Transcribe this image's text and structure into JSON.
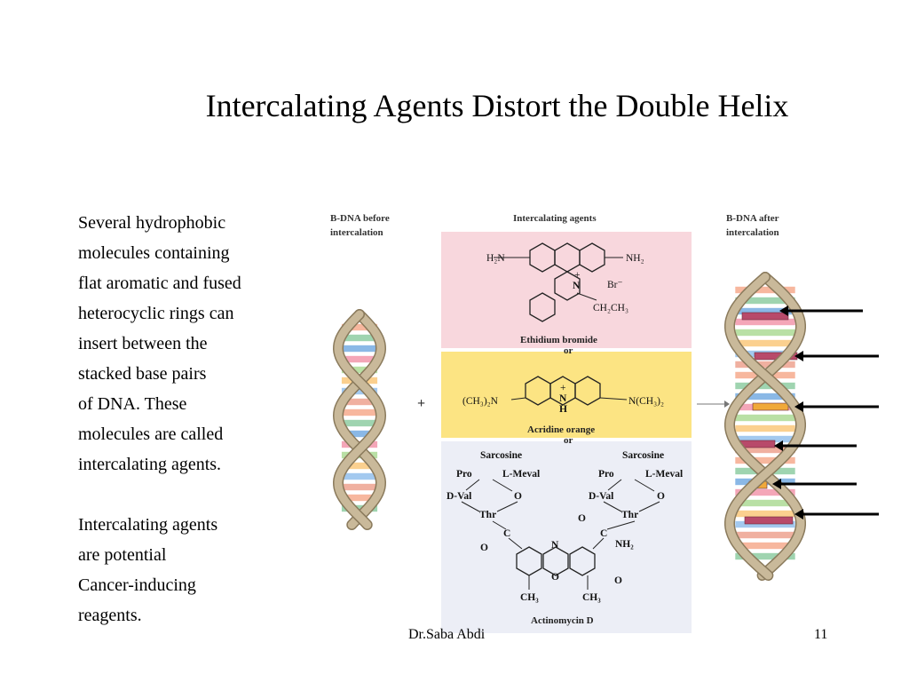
{
  "slide": {
    "title": "Intercalating Agents Distort the Double Helix",
    "body_lines_1": [
      "Several hydrophobic",
      "molecules containing",
      "flat aromatic and fused",
      "heterocyclic rings can",
      "insert between the",
      "stacked base pairs",
      "of DNA. These",
      "molecules are called",
      "intercalating agents."
    ],
    "body_lines_2": [
      "Intercalating agents",
      "are potential",
      "Cancer-inducing",
      "reagents."
    ],
    "author": "Dr.Saba Abdi",
    "page_number": "11"
  },
  "figure": {
    "label_before_1": "B-DNA before",
    "label_before_2": "intercalation",
    "label_center": "Intercalating agents",
    "label_after_1": "B-DNA after",
    "label_after_2": "intercalation",
    "plus": "+",
    "or1": "or",
    "or2": "or",
    "ethidium": {
      "name": "Ethidium bromide",
      "h2n": "H₂N",
      "nh2": "NH₂",
      "n_plus": "N",
      "plus": "+",
      "br": "Br⁻",
      "ethyl": "CH₂CH₃"
    },
    "acridine": {
      "name": "Acridine orange",
      "left": "(CH₃)₂N",
      "right": "N(CH₃)₂",
      "n": "N",
      "h": "H",
      "plus": "+"
    },
    "actinomycin": {
      "name": "Actinomycin D",
      "sarcosine": "Sarcosine",
      "pro": "Pro",
      "meval": "L-Meval",
      "dval": "D-Val",
      "o": "O",
      "thr": "Thr",
      "c": "C",
      "n": "N",
      "nh2": "NH₂",
      "ch3": "CH₃"
    },
    "colors": {
      "ethidium_bg": "#f8d7dd",
      "acridine_bg": "#fce483",
      "actinomycin_bg": "#eceef6",
      "backbone": "#c9b99a",
      "backbone_edge": "#8a7a5c",
      "intercalant_red": "#b84a6a",
      "intercalant_orange": "#f0a93a"
    }
  }
}
